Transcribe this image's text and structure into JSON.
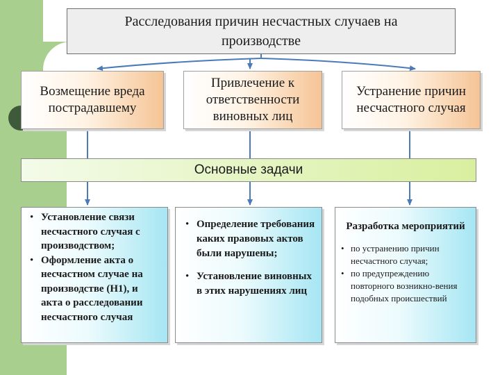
{
  "title": "Расследования причин несчастных случаев на производстве",
  "goals": [
    "Возмещение вреда пострадавшему",
    "Привлечение к ответственности виновных лиц",
    "Устранение причин несчастного случая"
  ],
  "tasks_label": "Основные задачи",
  "panel1": {
    "items": [
      "Установление связи несчастного случая с производством;",
      "Оформление акта о несчастном случае на производстве (Н1), и"
    ],
    "tail": "акта о расследовании несчастного случая"
  },
  "panel2": {
    "items": [
      "Определение требования каких правовых актов были нарушены;",
      "Установление виновных в этих нарушениях лиц"
    ]
  },
  "panel3": {
    "heading": "Разработка мероприятий",
    "items": [
      "по устранению причин несчастного случая;",
      "по предупреждению повторного возникно-вения подобных происшествий"
    ]
  },
  "bullet_glyph": "•",
  "colors": {
    "green": "#a9cf8f",
    "arrow": "#4a7ab8",
    "peach": "#f5c496",
    "cyan": "#a6e6f3",
    "lime": "#d9ef9f"
  }
}
